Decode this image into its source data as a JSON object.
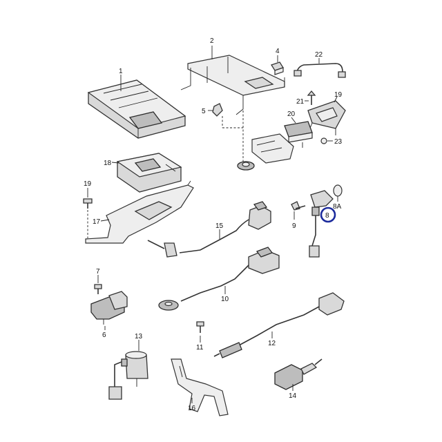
{
  "labels": {
    "p1": "1",
    "p2": "2",
    "p4": "4",
    "p5": "5",
    "p6": "6",
    "p7": "7",
    "p8": "8",
    "p8a": "8A",
    "p9": "9",
    "p10": "10",
    "p11": "11",
    "p12": "12",
    "p13": "13",
    "p14": "14",
    "p15": "15",
    "p16": "16",
    "p17": "17",
    "p18": "18",
    "p19a": "19",
    "p19b": "19",
    "p20": "20",
    "p21": "21",
    "p22": "22",
    "p23": "23"
  },
  "highlight": {
    "color": "#1b2a9c",
    "part": "8"
  }
}
